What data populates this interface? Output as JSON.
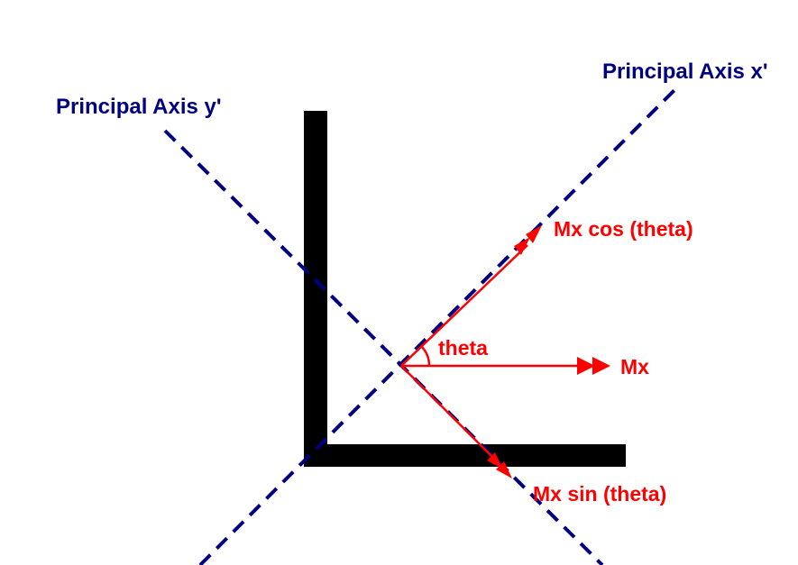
{
  "colors": {
    "background": "#ffffff",
    "axis": "#000080",
    "vector": "#ff0000",
    "section": "#000000"
  },
  "labels": {
    "principal_axis_x": "Principal Axis x'",
    "principal_axis_y": "Principal Axis y'",
    "mx": "Mx",
    "mx_cos": "Mx cos (theta)",
    "mx_sin": "Mx sin (theta)",
    "theta": "theta"
  }
}
